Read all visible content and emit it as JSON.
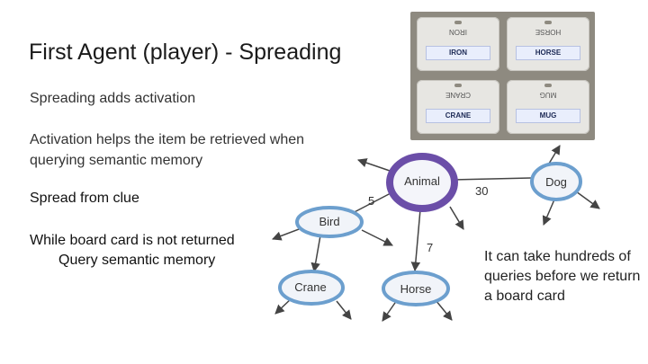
{
  "slide": {
    "title": "First Agent (player) - Spreading",
    "subtitle": "Spreading adds activation",
    "activation_lines": [
      "Activation helps the item be retrieved when",
      "querying semantic memory"
    ],
    "spread_label": "Spread from clue",
    "loop_lines": [
      "While board card is not returned",
      "Query semantic memory"
    ],
    "note": "It can take hundreds of queries before we return a board card"
  },
  "cards": [
    {
      "word": "IRON",
      "flipped": "IRON"
    },
    {
      "word": "HORSE",
      "flipped": "HORSE"
    },
    {
      "word": "CRANE",
      "flipped": "CRANE"
    },
    {
      "word": "MUG",
      "flipped": "MUG"
    }
  ],
  "diagram": {
    "nodes": [
      {
        "id": "animal",
        "label": "Animal",
        "highlight": true
      },
      {
        "id": "dog",
        "label": "Dog"
      },
      {
        "id": "bird",
        "label": "Bird"
      },
      {
        "id": "crane",
        "label": "Crane"
      },
      {
        "id": "horse",
        "label": "Horse"
      }
    ],
    "edges": [
      {
        "from": "animal",
        "to": "bird",
        "label": "5"
      },
      {
        "from": "animal",
        "to": "dog",
        "label": "30"
      },
      {
        "from": "animal",
        "to": "horse",
        "label": "7"
      },
      {
        "from": "bird",
        "to": "crane",
        "label": ""
      }
    ],
    "colors": {
      "node_fill": "#f1f4f9",
      "node_stroke": "#6c9fce",
      "highlight_stroke": "#6b4ea8",
      "edge": "#444444"
    }
  }
}
